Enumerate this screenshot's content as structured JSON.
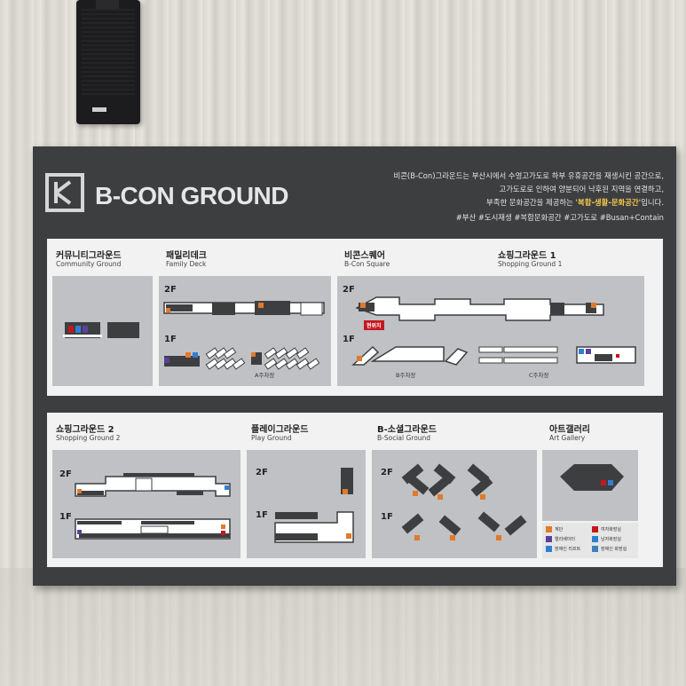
{
  "brand": {
    "name": "B-CON GROUND"
  },
  "intro": {
    "line1": "비콘(B-Con)그라운드는 부산시에서 수영고가도로 하부 유휴공간을 재생시킨 공간으로,",
    "line2": "고가도로로 인하여 양분되어 낙후된 지역을 연결하고,",
    "line3_pre": "부족한 문화공간을 제공하는 ",
    "line3_hl": "'복합-생활-문화공간'",
    "line3_post": "입니다.",
    "tags": "#부산 #도시재생 #복합문화공간 #고가도로 #Busan+Contain"
  },
  "zones": {
    "community": {
      "ko": "커뮤니티그라운드",
      "en": "Community Ground"
    },
    "family": {
      "ko": "패밀리데크",
      "en": "Family Deck"
    },
    "square": {
      "ko": "비콘스퀘어",
      "en": "B-Con Square"
    },
    "shop1": {
      "ko": "쇼핑그라운드 1",
      "en": "Shopping Ground 1"
    },
    "shop2": {
      "ko": "쇼핑그라운드 2",
      "en": "Shopping Ground 2"
    },
    "play": {
      "ko": "플레이그라운드",
      "en": "Play Ground"
    },
    "social": {
      "ko": "B-소셜그라운드",
      "en": "B-Social Ground"
    },
    "gallery": {
      "ko": "아트갤러리",
      "en": "Art Gallery"
    }
  },
  "floors": {
    "f2": "2F",
    "f1": "1F"
  },
  "parking": {
    "a": "A주차장",
    "b": "B주차장",
    "c": "C주차장"
  },
  "here_label": "현위치",
  "legend": {
    "stairs": "계단",
    "elevator": "엘리베이터",
    "disabled_ramp": "장애인 리프트",
    "toilet": "여자화장실",
    "men_toilet": "남자화장실",
    "disabled_toilet": "장애인 화장실"
  },
  "colors": {
    "orange": "#e07a2c",
    "blue": "#2f7fd0",
    "purple": "#5b3fa0",
    "red": "#c5161d",
    "dark": "#3d3e40"
  }
}
